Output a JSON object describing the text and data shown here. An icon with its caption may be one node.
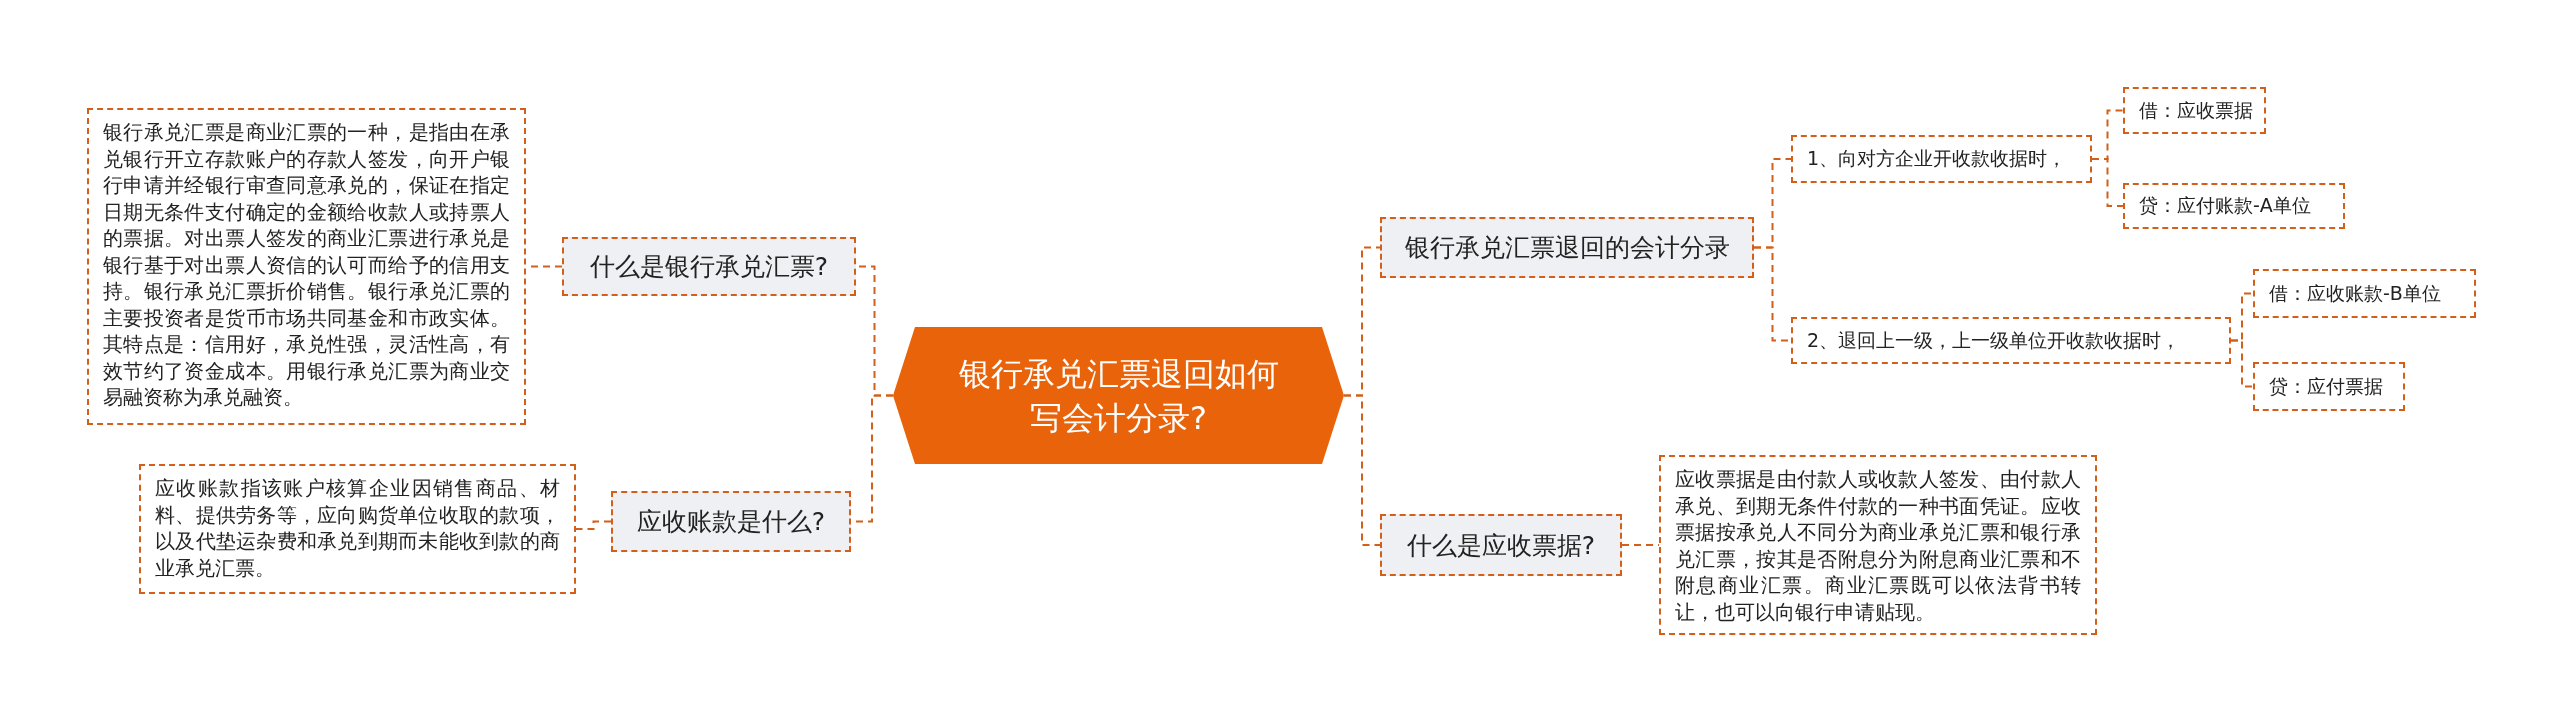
{
  "diagram": {
    "nodes": [
      {
        "text": [
          "银行承兑汇票退回如何写会计分录?"
        ]
      },
      {
        "text": [
          "什么是银行承兑汇票?"
        ]
      },
      {
        "text": [
          "银行承兑汇票是商业汇票的一种，是指由在承兑银行开立存款账户的存款人签发，向开户银行申请并经银行审查同意承兑的，保证在指定日期无条件支付确定的金额给收款人或持票人的票据。对出票人签发的商业汇票进行承兑是银行基于对出票人资信的认可而给予的信用支持。银行承兑汇票折价销售。银行承兑汇票的主要投资者是货币市场共同基金和市政实体。其特点是：信用好，承兑性强，灵活性高，有效节约了资金成本。用银行承兑汇票为商业交易融资称为承兑融资。"
        ]
      },
      {
        "text": [
          "应收账款是什么?"
        ]
      },
      {
        "text": [
          "应收账款指该账户核算企业因销售商品、材料、提供劳务等，应向购货单位收取的款项，以及代垫运杂费和承兑到期而未能收到款的商业承兑汇票。"
        ]
      },
      {
        "text": [
          "银行承兑汇票退回的会计分录"
        ]
      },
      {
        "text": [
          "1、向对方企业开收款收据时，"
        ]
      },
      {
        "text": [
          "借：应收票据"
        ]
      },
      {
        "text": [
          "贷：应付账款-A单位"
        ]
      },
      {
        "text": [
          "2、退回上一级，上一级单位开收款收据时，"
        ]
      },
      {
        "text": [
          "借：应收账款-B单位"
        ]
      },
      {
        "text": [
          "贷：应付票据"
        ]
      },
      {
        "text": [
          "什么是应收票据?"
        ]
      },
      {
        "text": [
          "应收票据是由付款人或收款人签发、由付款人承兑、到期无条件付款的一种书面凭证。应收票据按承兑人不同分为商业承兑汇票和银行承兑汇票，按其是否附息分为附息商业汇票和不附息商业汇票。商业汇票既可以依法背书转让，也可以向银行申请贴现。"
        ]
      }
    ],
    "edges": [
      {
        "from": 0,
        "to": 1,
        "arrow": "none"
      },
      {
        "from": 1,
        "to": 2,
        "arrow": "none"
      },
      {
        "from": 0,
        "to": 3,
        "arrow": "none"
      },
      {
        "from": 3,
        "to": 4,
        "arrow": "none"
      },
      {
        "from": 0,
        "to": 5,
        "arrow": "none"
      },
      {
        "from": 5,
        "to": 6,
        "arrow": "none"
      },
      {
        "from": 6,
        "to": 7,
        "arrow": "none"
      },
      {
        "from": 6,
        "to": 8,
        "arrow": "none"
      },
      {
        "from": 5,
        "to": 9,
        "arrow": "none"
      },
      {
        "from": 9,
        "to": 10,
        "arrow": "none"
      },
      {
        "from": 9,
        "to": 11,
        "arrow": "none"
      },
      {
        "from": 0,
        "to": 12,
        "arrow": "none"
      },
      {
        "from": 12,
        "to": 13,
        "arrow": "none"
      }
    ]
  }
}
